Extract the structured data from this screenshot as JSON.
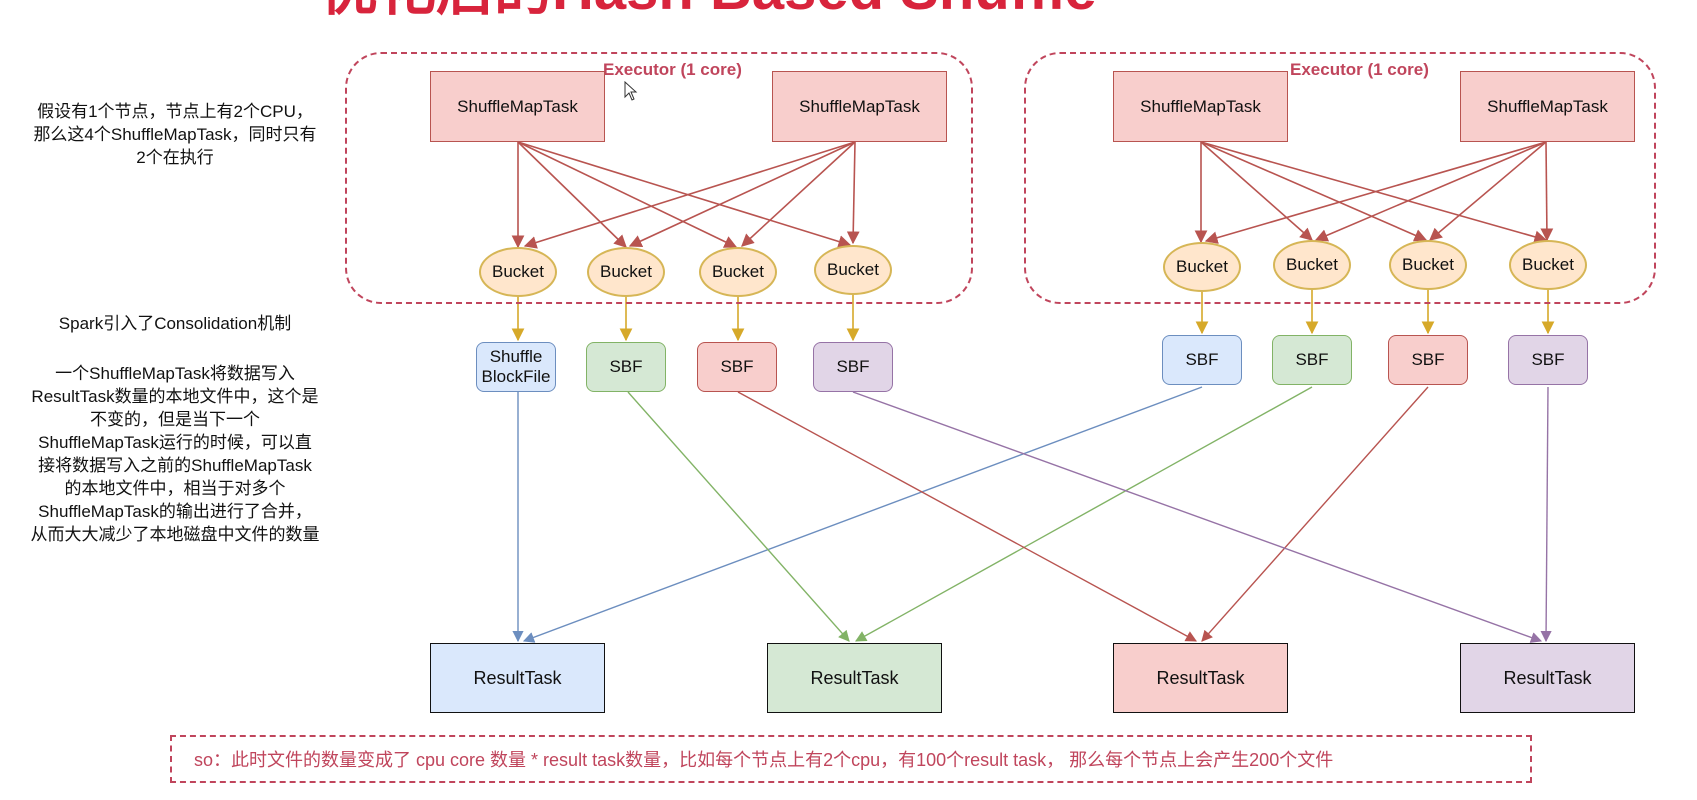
{
  "title": "优化后的Hash Based Shuffle",
  "notes": {
    "cpu_assumption": "假设有1个节点，节点上有2个CPU，那么这4个ShuffleMapTask，同时只有2个在执行",
    "consolidation_intro": "Spark引入了Consolidation机制",
    "consolidation_detail": "一个ShuffleMapTask将数据写入ResultTask数量的本地文件中，这个是不变的，但是当下一个ShuffleMapTask运行的时候，可以直接将数据写入之前的ShuffleMapTask的本地文件中，相当于对多个ShuffleMapTask的输出进行了合并，从而大大减少了本地磁盘中文件的数量"
  },
  "executors": [
    {
      "label": "Executor (1 core)",
      "tasks": [
        "ShuffleMapTask",
        "ShuffleMapTask"
      ],
      "buckets": [
        "Bucket",
        "Bucket",
        "Bucket",
        "Bucket"
      ],
      "files": [
        "Shuffle BlockFile",
        "SBF",
        "SBF",
        "SBF"
      ]
    },
    {
      "label": "Executor (1 core)",
      "tasks": [
        "ShuffleMapTask",
        "ShuffleMapTask"
      ],
      "buckets": [
        "Bucket",
        "Bucket",
        "Bucket",
        "Bucket"
      ],
      "files": [
        "SBF",
        "SBF",
        "SBF",
        "SBF"
      ]
    }
  ],
  "result_tasks": [
    "ResultTask",
    "ResultTask",
    "ResultTask",
    "ResultTask"
  ],
  "conclusion": "so：此时文件的数量变成了 cpu core 数量 * result task数量，比如每个节点上有2个cpu，有100个result task， 那么每个节点上会产生200个文件",
  "colors": {
    "accent": "#c0455c",
    "task_fill": "#f8cecc",
    "bucket_fill": "#ffe6cc",
    "blue": "#6c8ebf",
    "green": "#82b366",
    "red": "#b85450",
    "purple": "#9673a6"
  }
}
